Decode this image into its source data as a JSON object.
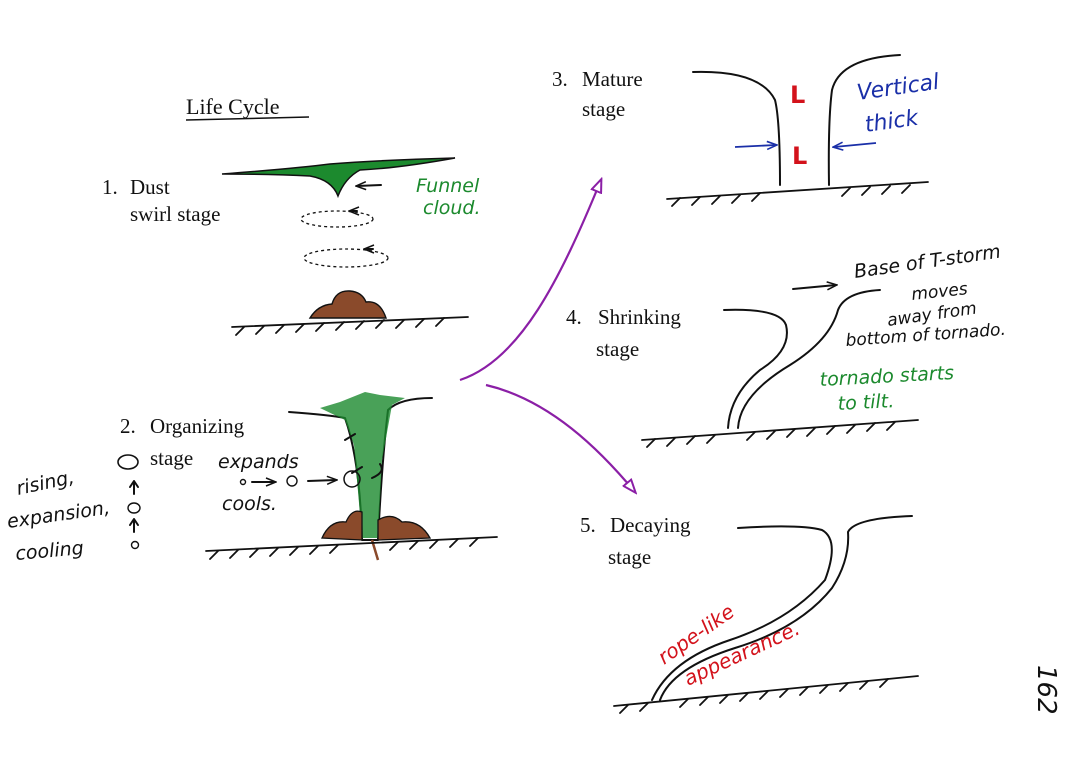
{
  "title": "Life Cycle",
  "page_number": "162",
  "stages": [
    {
      "number": "1.",
      "name_line1": "Dust",
      "name_line2": "swirl stage",
      "annotation_line1": "Funnel",
      "annotation_line2": "cloud."
    },
    {
      "number": "2.",
      "name_line1": "Organizing",
      "name_line2": "stage",
      "annotation_line1": "expands",
      "annotation_line2": "cools."
    },
    {
      "number": "3.",
      "name_line1": "Mature",
      "name_line2": "stage",
      "annotation_line1": "Vertical",
      "annotation_line2": "thick",
      "low_label": "L"
    },
    {
      "number": "4.",
      "name_line1": "Shrinking",
      "name_line2": "stage",
      "note_black_line1": "Base of T-storm",
      "note_black_line2": "moves",
      "note_black_line3": "away from",
      "note_black_line4": "bottom of tornado.",
      "note_green_line1": "tornado starts",
      "note_green_line2": "to tilt."
    },
    {
      "number": "5.",
      "name_line1": "Decaying",
      "name_line2": "stage",
      "annotation_line1": "rope-like",
      "annotation_line2": "appearance."
    }
  ],
  "side_note": [
    "rising,",
    "expansion,",
    "cooling"
  ],
  "colors": {
    "green": "#1c8a2e",
    "blue": "#1a2fa8",
    "red": "#d3121b",
    "purple": "#8b1fa6",
    "brown": "#8a4a2b"
  }
}
